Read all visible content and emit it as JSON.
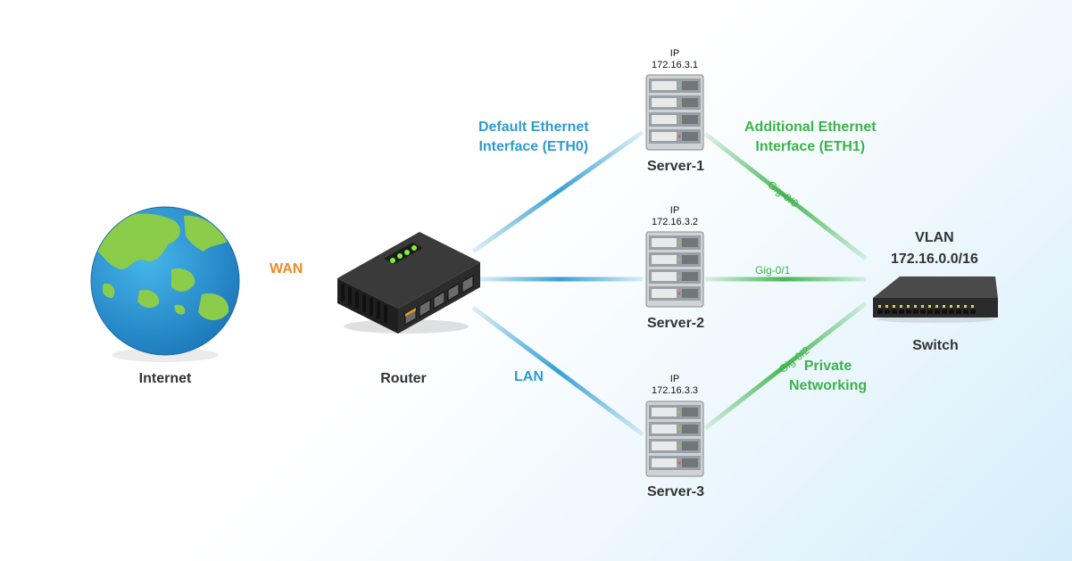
{
  "nodes": {
    "internet": "Internet",
    "router": "Router",
    "server1": "Server-1",
    "server2": "Server-2",
    "server3": "Server-3",
    "switch": "Switch"
  },
  "servers": [
    {
      "ip_label": "IP",
      "ip": "172.16.3.1"
    },
    {
      "ip_label": "IP",
      "ip": "172.16.3.2"
    },
    {
      "ip_label": "IP",
      "ip": "172.16.3.3"
    }
  ],
  "links": {
    "wan": "WAN",
    "lan": "LAN",
    "eth0_line1": "Default Ethernet",
    "eth0_line2": "Interface (ETH0)",
    "eth1_line1": "Additional Ethernet",
    "eth1_line2": "Interface (ETH1)",
    "private_line1": "Private",
    "private_line2": "Networking",
    "gig0": "Gig-0/0",
    "gig1": "Gig-0/1",
    "gig2": "Gig-0/2"
  },
  "vlan": {
    "title": "VLAN",
    "subnet": "172.16.0.0/16"
  },
  "colors": {
    "wan": "#f08a24",
    "lan": "#2e9bd0",
    "private": "#3cb34a",
    "label_dark": "#333333"
  }
}
